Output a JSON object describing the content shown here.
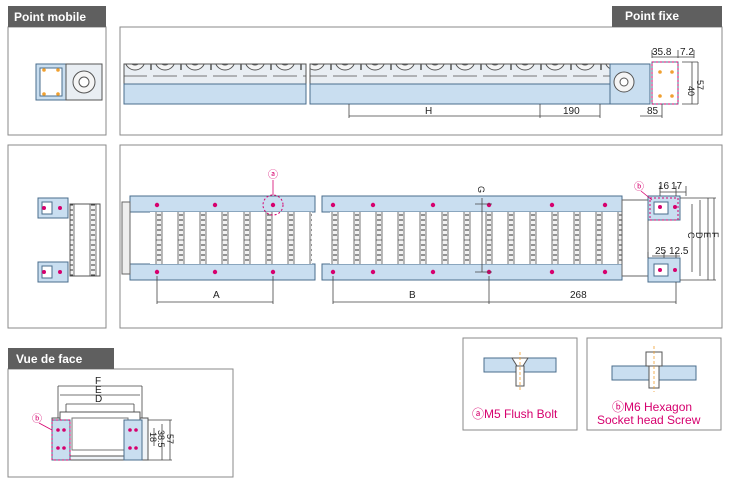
{
  "tabs": {
    "point_mobile": "Point mobile",
    "point_fixe": "Point fixe",
    "vue_de_face": "Vue de face"
  },
  "top_view_dims": {
    "d35_8": "35.8",
    "d7_2": "7.2",
    "d40": "40",
    "d57": "57",
    "H": "H",
    "d190": "190",
    "d85": "85"
  },
  "plan_view_dims": {
    "G": "G",
    "C": "C",
    "D": "D",
    "E": "E",
    "F": "F",
    "d16": "16",
    "d17": "17",
    "d25": "25",
    "d12_5": "12.5",
    "A": "A",
    "B": "B",
    "d268": "268",
    "marker_a": "ⓐ",
    "marker_b": "ⓑ"
  },
  "front_view_dims": {
    "F": "F",
    "E": "E",
    "D": "D",
    "d18": "18",
    "d38_5": "38.5",
    "d57": "57",
    "marker_b": "ⓑ"
  },
  "captions": {
    "bolt_a": "ⓐM5 Flush Bolt",
    "screw_b_line1": "ⓑM6 Hexagon",
    "screw_b_line2": "Socket head Screw"
  },
  "colors": {
    "frame": "#8a8a8a",
    "tab_bg": "#5f5f5f",
    "part_fill": "#c9def0",
    "part_stroke": "#4a6d8c",
    "accent": "#d6006e",
    "dim_line": "#444444"
  }
}
